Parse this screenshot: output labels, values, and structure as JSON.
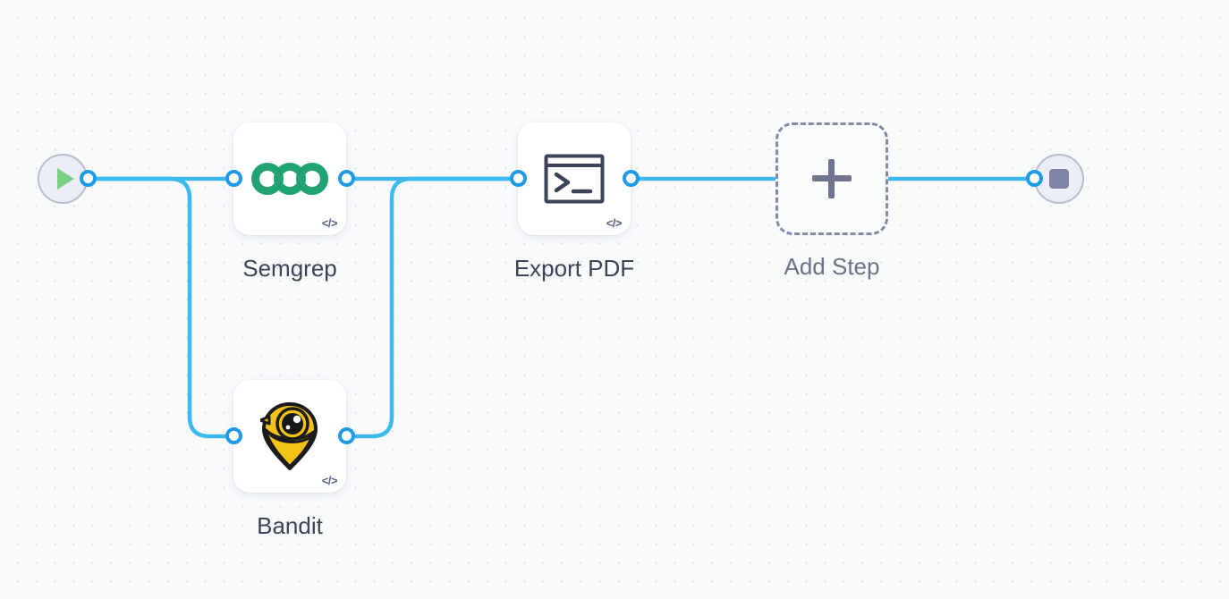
{
  "canvas": {
    "background_color": "#f8fafc",
    "grid_dot_color": "#dcdfe8",
    "edge_color": "#3cb9ef",
    "port_color": "#1f9ae6",
    "label_color": "#3c4257"
  },
  "start_node": {
    "name": "start",
    "icon": "play-icon",
    "icon_color": "#79d185",
    "fill": "#eceef7",
    "border": "#b9bcd0"
  },
  "end_node": {
    "name": "end",
    "icon": "stop-icon",
    "icon_color": "#7e84a3",
    "fill": "#eceef7",
    "border": "#b9bcd0"
  },
  "nodes": [
    {
      "id": "semgrep",
      "label": "Semgrep",
      "icon": "semgrep-logo-icon",
      "icon_color": "#20a272",
      "badge": "</>",
      "badge_icon": "code-badge-icon"
    },
    {
      "id": "bandit",
      "label": "Bandit",
      "icon": "bandit-logo-icon",
      "icon_color": "#f5c518",
      "badge": "</>",
      "badge_icon": "code-badge-icon"
    },
    {
      "id": "export-pdf",
      "label": "Export PDF",
      "icon": "terminal-icon",
      "icon_color": "#3c4257",
      "badge": "</>",
      "badge_icon": "code-badge-icon"
    }
  ],
  "add_step": {
    "label": "Add Step",
    "icon": "plus-icon",
    "border_color": "#848aa6"
  }
}
